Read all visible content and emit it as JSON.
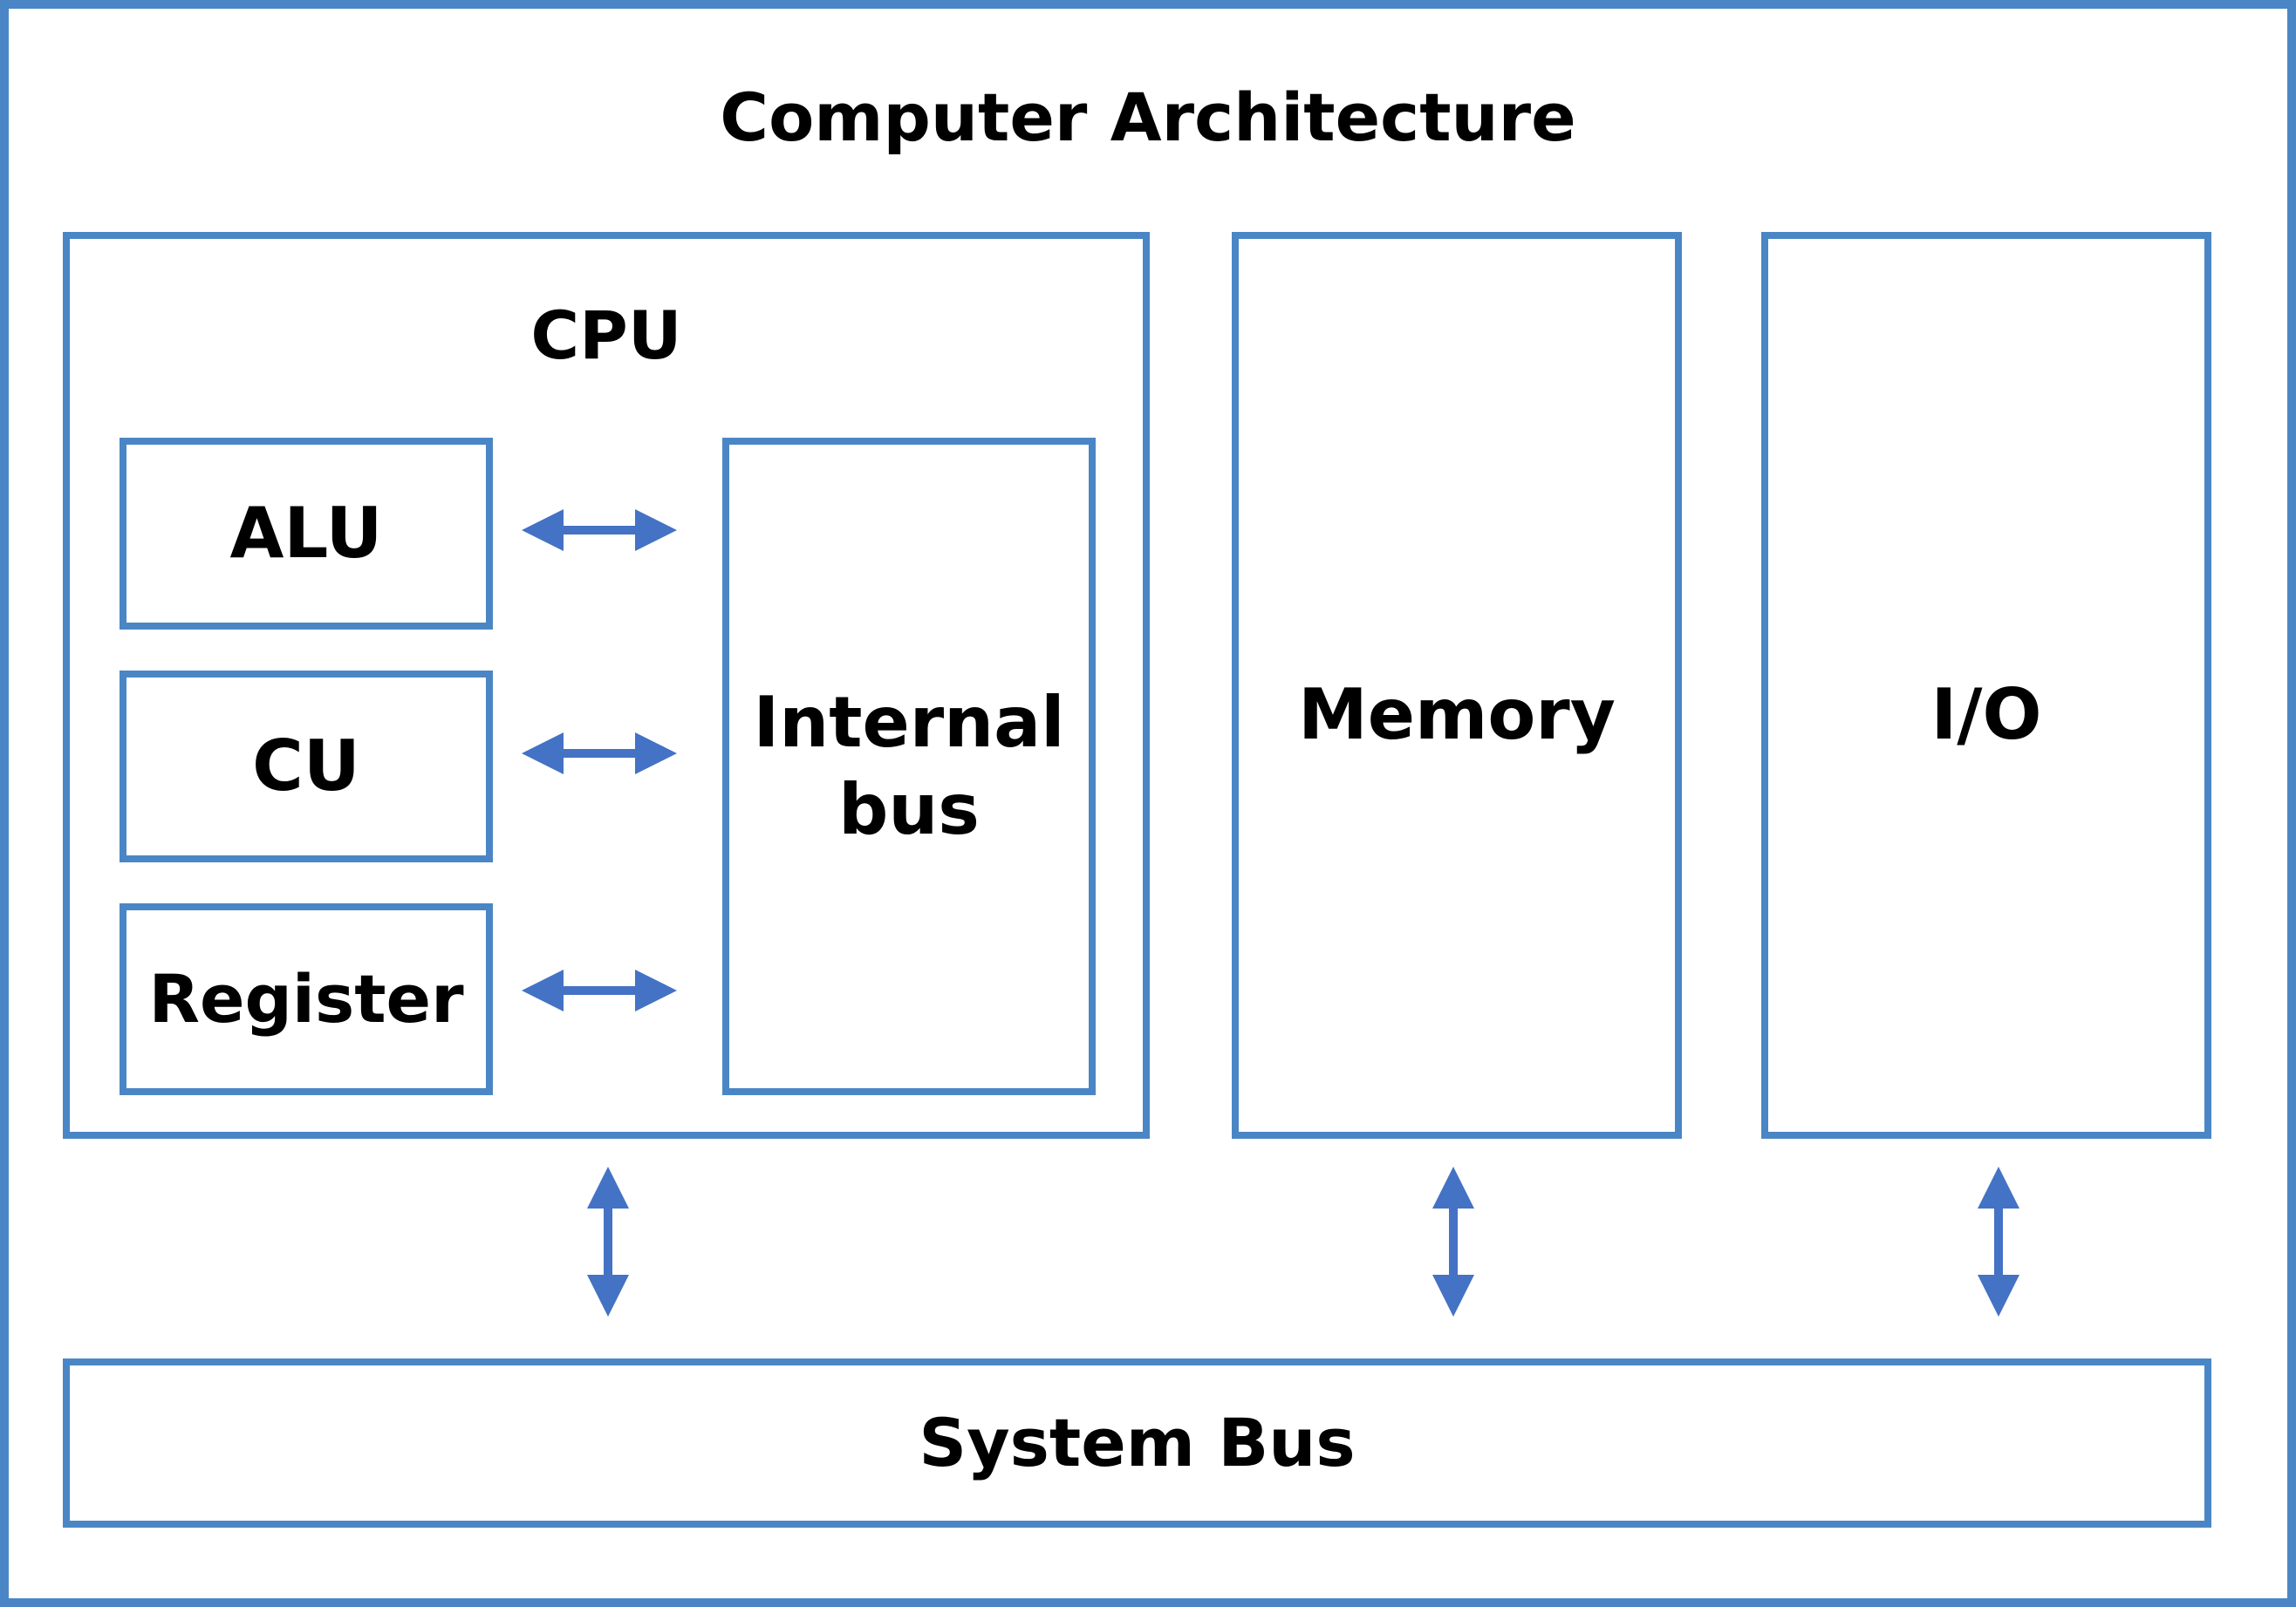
{
  "title": "Computer Architecture",
  "colors": {
    "stroke": "#4a86c5",
    "arrow": "#4472c4",
    "text": "#000000",
    "background": "#ffffff"
  },
  "cpu": {
    "title": "CPU",
    "components": [
      {
        "label": "ALU"
      },
      {
        "label": "CU"
      },
      {
        "label": "Register"
      }
    ],
    "internal_bus": "Internal\nbus"
  },
  "memory": "Memory",
  "io": "I/O",
  "system_bus": "System Bus"
}
